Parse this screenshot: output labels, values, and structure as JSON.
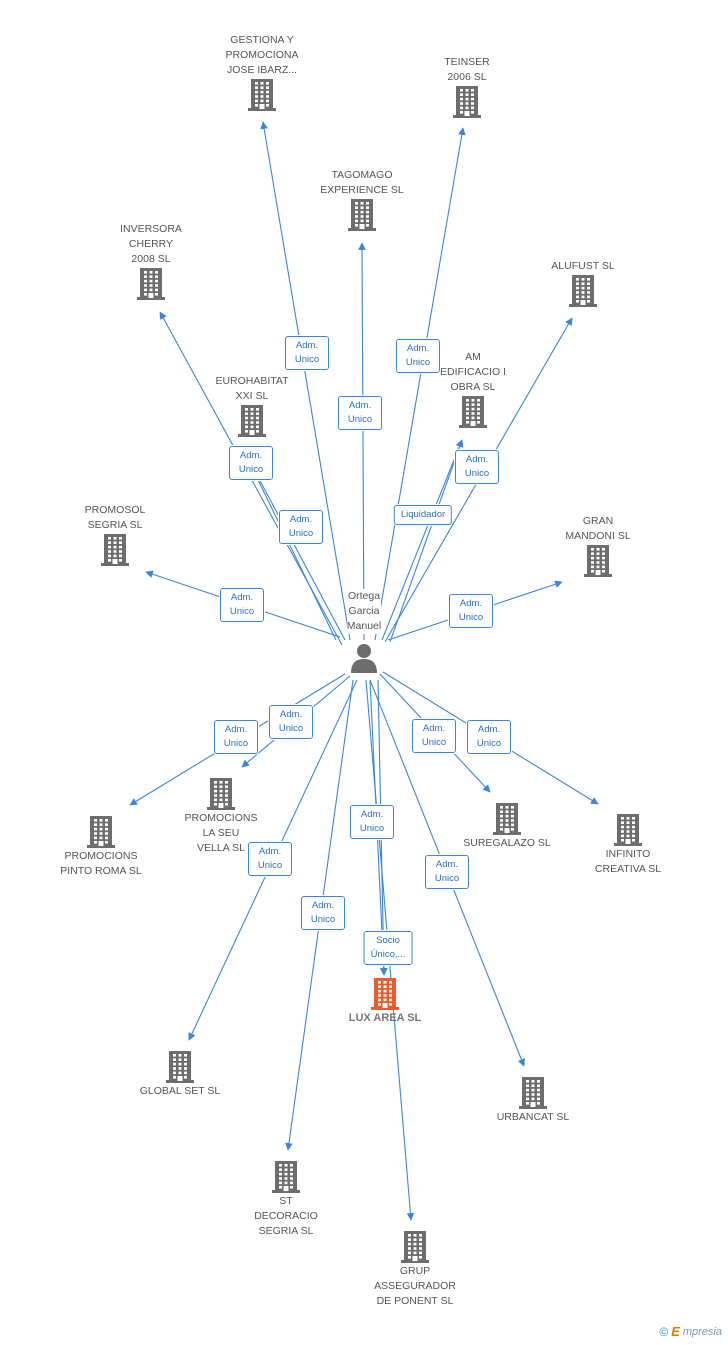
{
  "center": {
    "label": "Ortega\nGarcia\nManuel",
    "icon": "person-icon"
  },
  "colors": {
    "edge": "#3d85d8",
    "company": "#6d6d6d",
    "focus": "#ee5a2a",
    "person": "#6d6d6d"
  },
  "nodes": [
    {
      "id": "gestiona",
      "label": "GESTIONA Y\nPROMOCIONA\nJOSE IBARZ...",
      "icon": "building-icon"
    },
    {
      "id": "teinser",
      "label": "TEINSER\n2006 SL",
      "icon": "building-icon"
    },
    {
      "id": "tagomago",
      "label": "TAGOMAGO\nEXPERIENCE SL",
      "icon": "building-icon"
    },
    {
      "id": "inversora",
      "label": "INVERSORA\nCHERRY\n2008 SL",
      "icon": "building-icon"
    },
    {
      "id": "alufust",
      "label": "ALUFUST SL",
      "icon": "building-icon"
    },
    {
      "id": "am",
      "label": "AM\nEDIFICACIO I\nOBRA SL",
      "icon": "building-icon"
    },
    {
      "id": "eurohabitat",
      "label": "EUROHABITAT\nXXI SL",
      "icon": "building-icon"
    },
    {
      "id": "promosol",
      "label": "PROMOSOL\nSEGRIA SL",
      "icon": "building-icon"
    },
    {
      "id": "gran",
      "label": "GRAN\nMANDONI SL",
      "icon": "building-icon"
    },
    {
      "id": "pintoroma",
      "label": "PROMOCIONS\nPINTO ROMA SL",
      "icon": "building-icon"
    },
    {
      "id": "laseu",
      "label": "PROMOCIONS\nLA SEU\nVELLA SL",
      "icon": "building-icon"
    },
    {
      "id": "suregalazo",
      "label": "SUREGALAZO SL",
      "icon": "building-icon"
    },
    {
      "id": "infinito",
      "label": "INFINITO\nCREATIVA SL",
      "icon": "building-icon"
    },
    {
      "id": "luxarea",
      "label": "LUX AREA SL",
      "icon": "building-icon",
      "focus": true
    },
    {
      "id": "globalset",
      "label": "GLOBAL SET SL",
      "icon": "building-icon"
    },
    {
      "id": "urbancat",
      "label": "URBANCAT SL",
      "icon": "building-icon"
    },
    {
      "id": "stdecoracio",
      "label": "ST\nDECORACIO\nSEGRIA SL",
      "icon": "building-icon"
    },
    {
      "id": "grup",
      "label": "GRUP\nASSEGURADOR\nDE PONENT  SL",
      "icon": "building-icon"
    }
  ],
  "edges": [
    {
      "to": "gestiona",
      "label": "Adm.\nUnico"
    },
    {
      "to": "teinser",
      "label": "Adm.\nUnico"
    },
    {
      "to": "tagomago",
      "label": "Adm.\nUnico"
    },
    {
      "to": "inversora",
      "label": "Adm.\nUnico"
    },
    {
      "to": "alufust",
      "label": "Adm.\nUnico"
    },
    {
      "to": "am",
      "label": "Liquidador"
    },
    {
      "to": "eurohabitat",
      "label": "Adm.\nUnico"
    },
    {
      "to": "promosol",
      "label": "Adm.\nUnico"
    },
    {
      "to": "gran",
      "label": "Adm.\nUnico"
    },
    {
      "to": "pintoroma",
      "label": "Adm.\nUnico"
    },
    {
      "to": "laseu",
      "label": "Adm.\nUnico"
    },
    {
      "to": "suregalazo",
      "label": "Adm.\nUnico"
    },
    {
      "to": "infinito",
      "label": "Adm.\nUnico"
    },
    {
      "to": "luxarea",
      "label": "Socio\nÚnico,..."
    },
    {
      "to": "globalset",
      "label": "Adm.\nUnico"
    },
    {
      "to": "urbancat",
      "label": "Adm.\nUnico"
    },
    {
      "to": "stdecoracio",
      "label": "Adm.\nUnico"
    },
    {
      "to": "grup",
      "label": "Adm.\nUnico"
    },
    {
      "to": "am",
      "label": "Adm.\nUnico"
    },
    {
      "to": "eurohabitat",
      "label": "Adm.\nUnico"
    },
    {
      "to": "luxarea",
      "label": "Adm.\nUnico"
    }
  ],
  "brand": {
    "copyright": "©",
    "name_initial": "E",
    "name_rest": "mpresia"
  }
}
